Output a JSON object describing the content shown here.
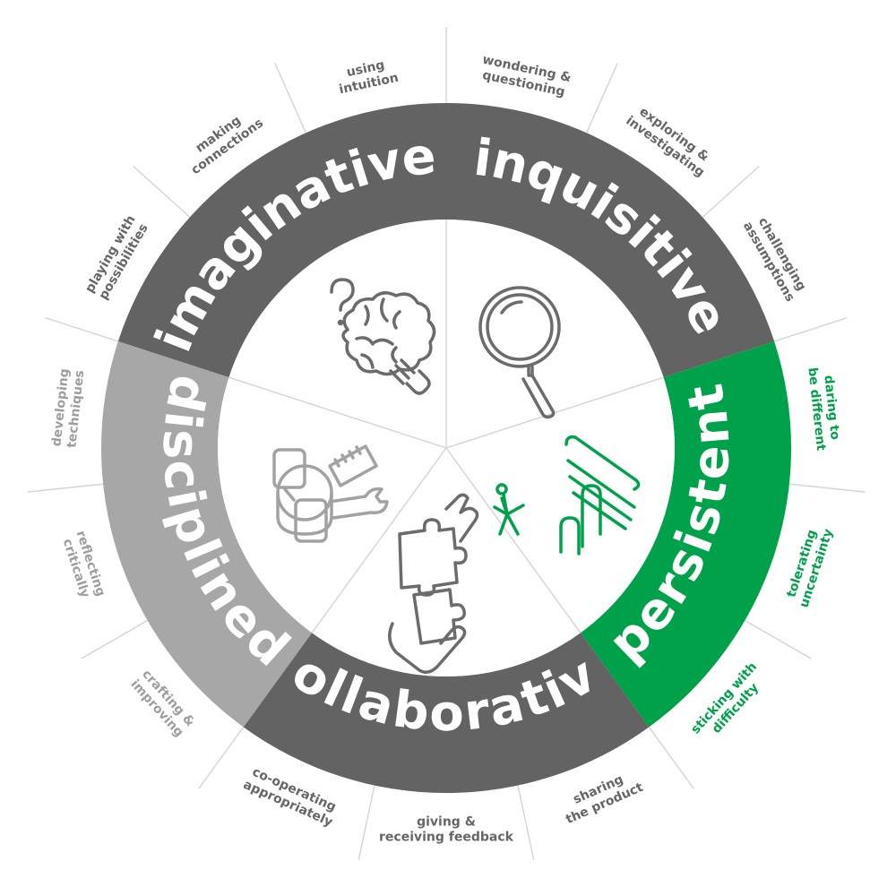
{
  "colors": {
    "dark": "#636363",
    "light": "#a7a7a7",
    "green": "#00a14b",
    "divider": "#d4d4d4",
    "icon_gray": "#6b6b6b",
    "icon_light": "#a2a2a2",
    "sub_dark": "#666666",
    "sub_light": "#9e9e9e"
  },
  "segments": [
    {
      "key": "imaginative",
      "label": "imaginative",
      "color": "dark",
      "text_color": "sub_dark",
      "icon": "brain-lightbulb-icon",
      "subs": [
        [
          "playing with",
          "possibilities"
        ],
        [
          "making",
          "connections"
        ],
        [
          "using",
          "intuition"
        ]
      ]
    },
    {
      "key": "inquisitive",
      "label": "inquisitive",
      "color": "dark",
      "text_color": "sub_dark",
      "icon": "magnifying-glass-icon",
      "subs": [
        [
          "wondering &",
          "questioning"
        ],
        [
          "exploring &",
          "investigating"
        ],
        [
          "challenging",
          "assumptions"
        ]
      ]
    },
    {
      "key": "persistent",
      "label": "persistent",
      "color": "green",
      "text_color": "green",
      "icon": "climbing-figure-icon",
      "subs": [
        [
          "daring to",
          "be different"
        ],
        [
          "tolerating",
          "uncertainty"
        ],
        [
          "sticking with",
          "difficulty"
        ]
      ]
    },
    {
      "key": "collaborative",
      "label": "collaborative",
      "color": "dark",
      "text_color": "sub_dark",
      "icon": "puzzle-hands-icon",
      "subs": [
        [
          "sharing",
          "the product"
        ],
        [
          "giving &",
          "receiving feedback"
        ],
        [
          "co-operating",
          "appropriately"
        ]
      ]
    },
    {
      "key": "disciplined",
      "label": "disciplined",
      "color": "light",
      "text_color": "sub_light",
      "icon": "tools-icon",
      "subs": [
        [
          "crafting &",
          "improving"
        ],
        [
          "reflecting",
          "critically"
        ],
        [
          "developing",
          "techniques"
        ]
      ]
    }
  ]
}
